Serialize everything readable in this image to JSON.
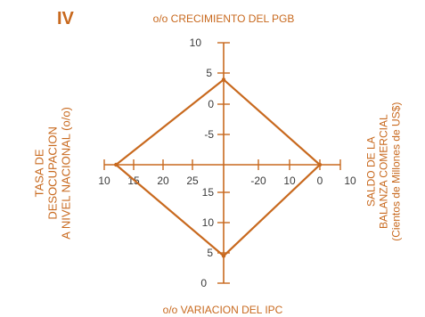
{
  "chart_data": {
    "type": "radar-quadrant",
    "panel_label": "IV",
    "colors": {
      "accent": "#c8691e",
      "text": "#3a3a3a"
    },
    "axes": {
      "top": {
        "label": "o/o CRECIMIENTO DEL PGB",
        "ticks": [
          "10",
          "5",
          "0",
          "-5"
        ]
      },
      "bottom": {
        "label": "o/o VARIACION DEL IPC",
        "ticks": [
          "15",
          "10",
          "5",
          "0"
        ]
      },
      "left": {
        "label_lines": [
          "TASA DE",
          "DESOCUPACION",
          "A NIVEL NACIONAL (o/o)"
        ],
        "ticks": [
          "10",
          "15",
          "20",
          "25"
        ]
      },
      "right": {
        "label_lines": [
          "SALDO DE LA",
          "BALANZA COMERCIAL",
          "(Cientos de Millones de US$)"
        ],
        "ticks": [
          "-20",
          "10",
          "0",
          "10"
        ]
      }
    },
    "polygon": {
      "top_pgb": 4,
      "right_saldo": 0,
      "bottom_ipc": 4.5,
      "left_desocupacion": 12
    }
  }
}
